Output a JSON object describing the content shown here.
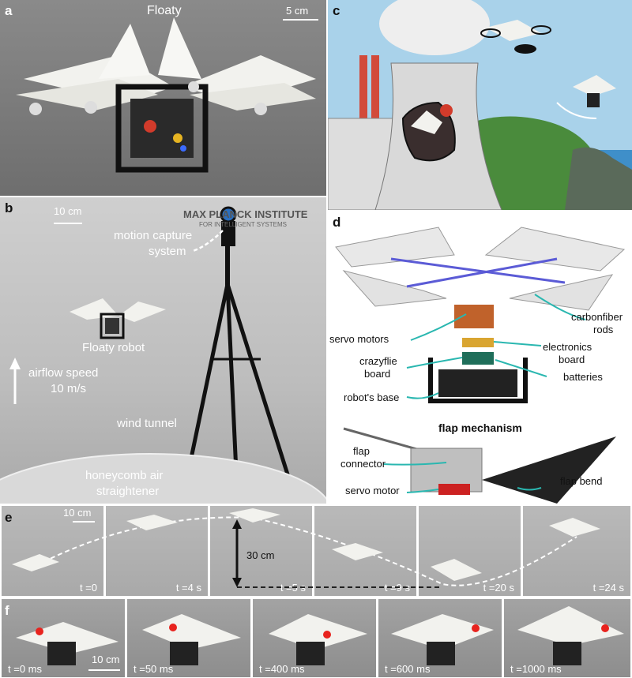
{
  "panel_a": {
    "label": "a",
    "title": "Floaty",
    "scale": "5 cm"
  },
  "panel_b": {
    "label": "b",
    "scale": "10 cm",
    "institute_line1": "MAX PLANCK INSTITUTE",
    "institute_line2": "FOR INTELLIGENT SYSTEMS",
    "motion_capture_line1": "motion capture",
    "motion_capture_line2": "system",
    "robot_label": "Floaty robot",
    "airflow_line1": "airflow speed",
    "airflow_line2": "10 m/s",
    "wind_tunnel": "wind tunnel",
    "honeycomb_line1": "honeycomb air",
    "honeycomb_line2": "straightener"
  },
  "panel_c": {
    "label": "c"
  },
  "panel_d": {
    "label": "d",
    "carbonfiber_line1": "carbonfiber",
    "carbonfiber_line2": "rods",
    "servo_motors": "servo motors",
    "electronics_line1": "electronics",
    "electronics_line2": "board",
    "crazyflie_line1": "crazyflie",
    "crazyflie_line2": "board",
    "batteries": "batteries",
    "base": "robot's base",
    "flap_title": "flap mechanism",
    "flap_connector_line1": "flap",
    "flap_connector_line2": "connector",
    "flap_bend": "flap bend",
    "servo_motor": "servo motor"
  },
  "panel_e": {
    "label": "e",
    "scale": "10 cm",
    "height": "30 cm",
    "times": [
      "t =0",
      "t =4 s",
      "t =5 s",
      "t =9 s",
      "t =20 s",
      "t =24 s"
    ]
  },
  "panel_f": {
    "label": "f",
    "scale": "10 cm",
    "times": [
      "t =0 ms",
      "t =50 ms",
      "t =400 ms",
      "t =600 ms",
      "t =1000 ms"
    ]
  },
  "colors": {
    "teal": "#2ab7b0",
    "marker": "#e8231e",
    "sky": "#a9d2ea",
    "sea": "#3f8fc9"
  }
}
